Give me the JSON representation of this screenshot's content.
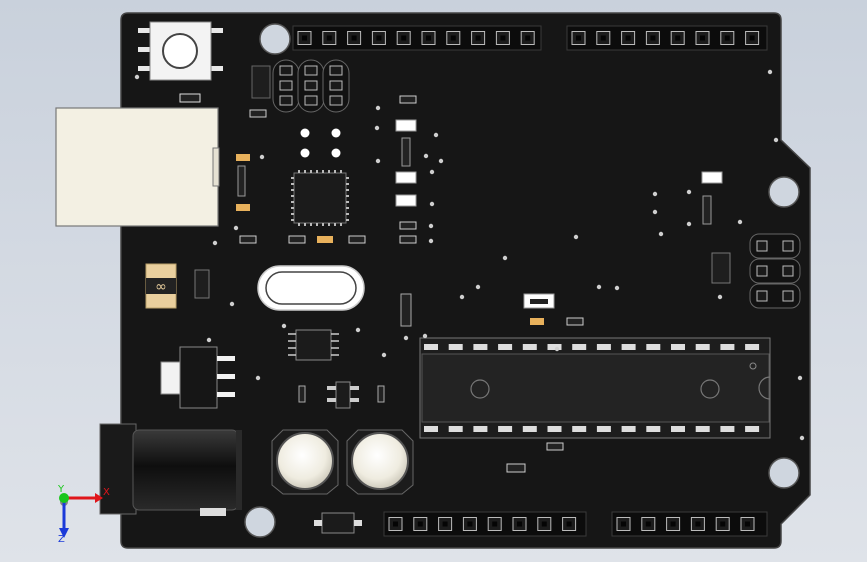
{
  "scene": {
    "type": "cad-3d-model",
    "subject": "arduino-uno-board",
    "colors": {
      "background_top": "#c9d1dc",
      "background_bottom": "#dfe3e9",
      "pcb": "#161616",
      "pcb_edge": "#3a3a3a",
      "header": "#111111",
      "usb": "#f2efe2",
      "capacitor_top": "#f1eee0",
      "fuse": "#e9cf9e",
      "crystal": "#ffffff",
      "axis_x": "#e0161b",
      "axis_y": "#19c61b",
      "axis_z": "#1b3ad9"
    }
  },
  "triad": {
    "x_label": "X",
    "y_label": "Y",
    "z_label": "Z"
  }
}
